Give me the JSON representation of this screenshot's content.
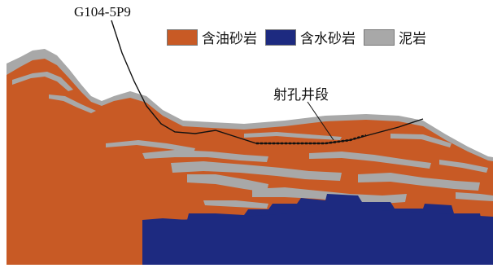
{
  "well": {
    "name": "G104-5P9"
  },
  "annotation": {
    "perforation": "射孔井段"
  },
  "legend": [
    {
      "label": "含油砂岩",
      "color": "#c85a25"
    },
    {
      "label": "含水砂岩",
      "color": "#1d2a80"
    },
    {
      "label": "泥岩",
      "color": "#a8a8a8"
    }
  ],
  "colors": {
    "oil_sand": "#c85a25",
    "water_sand": "#1d2a80",
    "mudstone": "#a8a8a8",
    "well_trajectory": "#111111"
  }
}
